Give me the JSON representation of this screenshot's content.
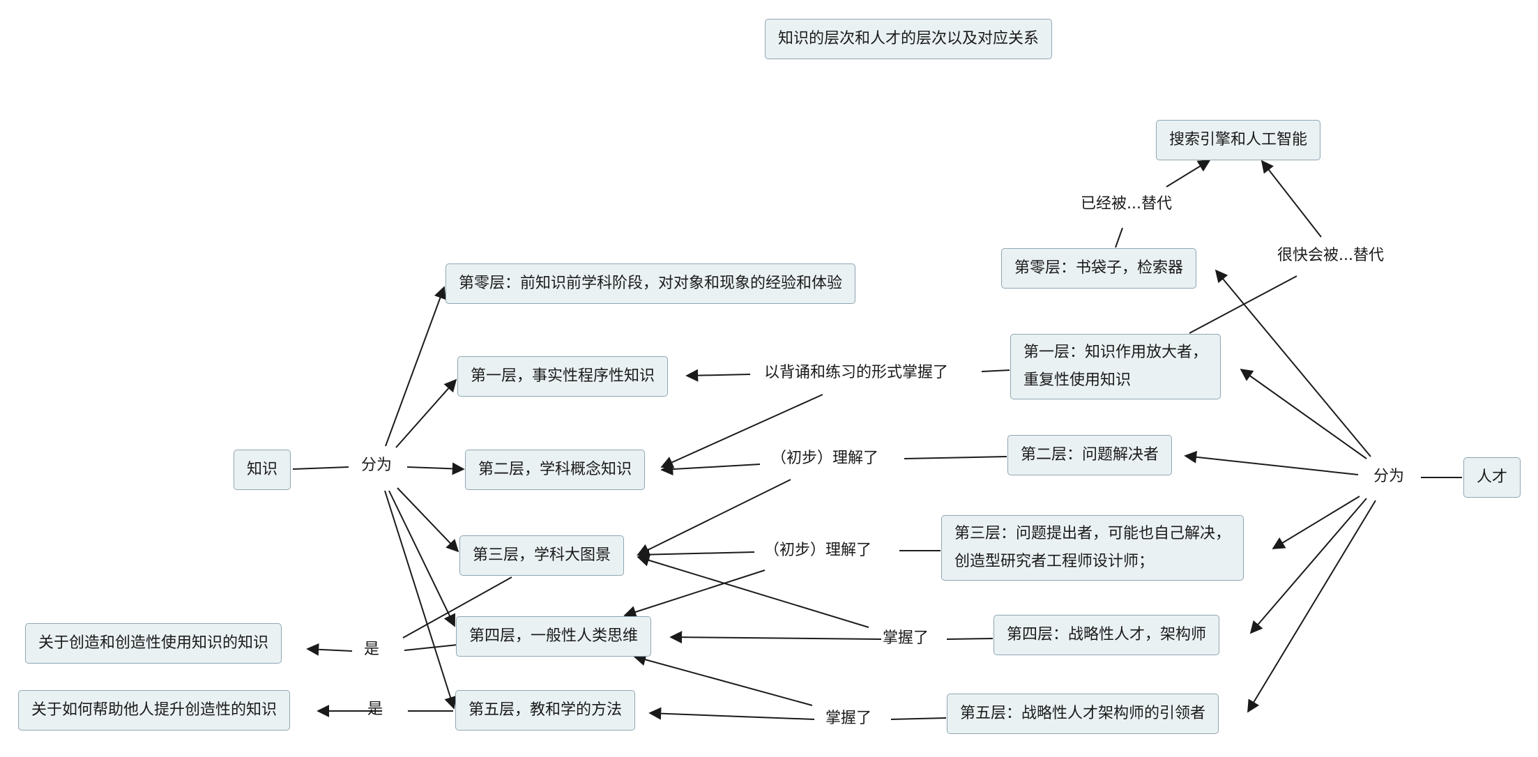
{
  "title": "知识的层次和人才的层次以及对应关系",
  "nodes": {
    "knowledge": "知识",
    "talent": "人才",
    "search_ai": "搜索引擎和人工智能",
    "k0": "第零层：前知识前学科阶段，对对象和现象的经验和体验",
    "k1": "第一层，事实性程序性知识",
    "k2": "第二层，学科概念知识",
    "k3": "第三层，学科大图景",
    "k4": "第四层，一般性人类思维",
    "k5": "第五层，教和学的方法",
    "creative": "关于创造和创造性使用知识的知识",
    "help_others": "关于如何帮助他人提升创造性的知识",
    "t0": "第零层：书袋子，检索器",
    "t1_line1": "第一层：知识作用放大者，",
    "t1_line2": "重复性使用知识",
    "t2": "第二层：问题解决者",
    "t3_line1": "第三层：问题提出者，可能也自己解决，",
    "t3_line2": "创造型研究者工程师设计师；",
    "t4": "第四层：战略性人才，架构师",
    "t5": "第五层：战略性人才架构师的引领者"
  },
  "links": {
    "split_knowledge": "分为",
    "split_talent": "分为",
    "replaced": "已经被...替代",
    "soon_replaced": "很快会被...替代",
    "memorize": "以背诵和练习的形式掌握了",
    "understand_a": "（初步）理解了",
    "understand_b": "（初步）理解了",
    "master_a": "掌握了",
    "master_b": "掌握了",
    "is_a": "是",
    "is_b": "是"
  },
  "colors": {
    "node_fill": "#eaf1f3",
    "node_border": "#8fa6b2",
    "line": "#1a1a1a"
  }
}
